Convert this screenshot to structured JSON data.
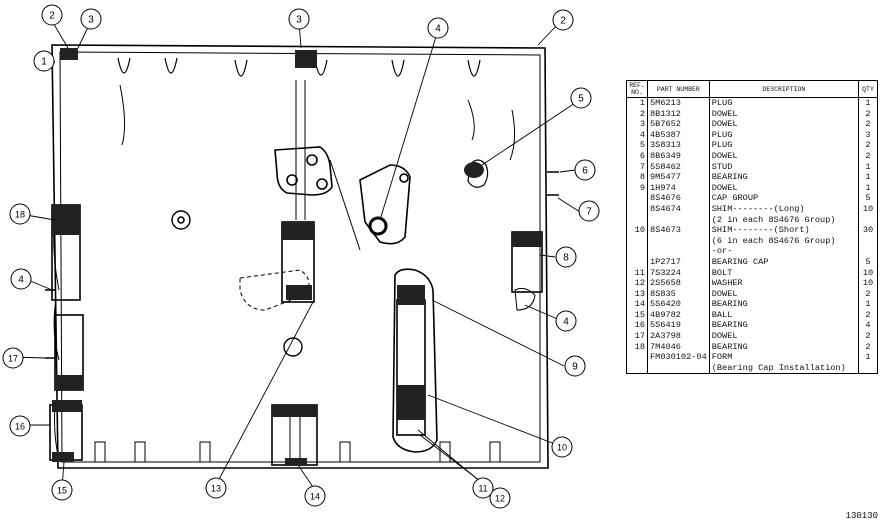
{
  "callouts": [
    "1",
    "2",
    "3",
    "3",
    "2",
    "4",
    "5",
    "6",
    "7",
    "18",
    "8",
    "4",
    "4",
    "9",
    "17",
    "10",
    "16",
    "15",
    "13",
    "14",
    "11",
    "12"
  ],
  "table": {
    "headers": {
      "ref": "REF. NO.",
      "part": "PART NUMBER",
      "desc": "DESCRIPTION",
      "qty": "QTY"
    },
    "rows": [
      {
        "ref": "1",
        "part": "5M6213",
        "desc": "PLUG",
        "qty": "1"
      },
      {
        "ref": "2",
        "part": "8B1312",
        "desc": "DOWEL",
        "qty": "2"
      },
      {
        "ref": "3",
        "part": "5B7652",
        "desc": "DOWEL",
        "qty": "2"
      },
      {
        "ref": "4",
        "part": "4B5387",
        "desc": "PLUG",
        "qty": "3"
      },
      {
        "ref": "5",
        "part": "3S8313",
        "desc": "PLUG",
        "qty": "2"
      },
      {
        "ref": "6",
        "part": "8B6349",
        "desc": "DOWEL",
        "qty": "2"
      },
      {
        "ref": "7",
        "part": "5S8462",
        "desc": "STUD",
        "qty": "1"
      },
      {
        "ref": "8",
        "part": "9M5477",
        "desc": "BEARING",
        "qty": "1"
      },
      {
        "ref": "9",
        "part": "1H974",
        "desc": "DOWEL",
        "qty": "1"
      },
      {
        "ref": "",
        "part": "8S4676",
        "desc": "CAP GROUP",
        "qty": "5"
      },
      {
        "ref": "",
        "part": "8S4674",
        "desc": "  SHIM--------(Long)",
        "qty": "10"
      },
      {
        "ref": "",
        "part": "",
        "desc": "   (2 in each 8S4676 Group)",
        "qty": ""
      },
      {
        "ref": "10",
        "part": "8S4673",
        "desc": "  SHIM--------(Short)",
        "qty": "30"
      },
      {
        "ref": "",
        "part": "",
        "desc": "   (6 in each 8S4676 Group)",
        "qty": ""
      },
      {
        "ref": "",
        "part": "",
        "desc": "          -or-",
        "qty": ""
      },
      {
        "ref": "",
        "part": "1P2717",
        "desc": "BEARING CAP",
        "qty": "5"
      },
      {
        "ref": "11",
        "part": "7S3224",
        "desc": "BOLT",
        "qty": "10"
      },
      {
        "ref": "12",
        "part": "2S5658",
        "desc": "WASHER",
        "qty": "10"
      },
      {
        "ref": "13",
        "part": "8S835",
        "desc": "DOWEL",
        "qty": "2"
      },
      {
        "ref": "14",
        "part": "5S6420",
        "desc": "BEARING",
        "qty": "1"
      },
      {
        "ref": "15",
        "part": "4B9782",
        "desc": "BALL",
        "qty": "2"
      },
      {
        "ref": "16",
        "part": "5S6419",
        "desc": "BEARING",
        "qty": "4"
      },
      {
        "ref": "17",
        "part": "2A3798",
        "desc": "DOWEL",
        "qty": "2"
      },
      {
        "ref": "18",
        "part": "7M4046",
        "desc": "BEARING",
        "qty": "2"
      },
      {
        "ref": "",
        "part": "FM030102-04",
        "desc": "FORM",
        "qty": "1"
      },
      {
        "ref": "",
        "part": "",
        "desc": "  (Bearing Cap Installation)",
        "qty": ""
      }
    ]
  },
  "drawing_number": "130130"
}
